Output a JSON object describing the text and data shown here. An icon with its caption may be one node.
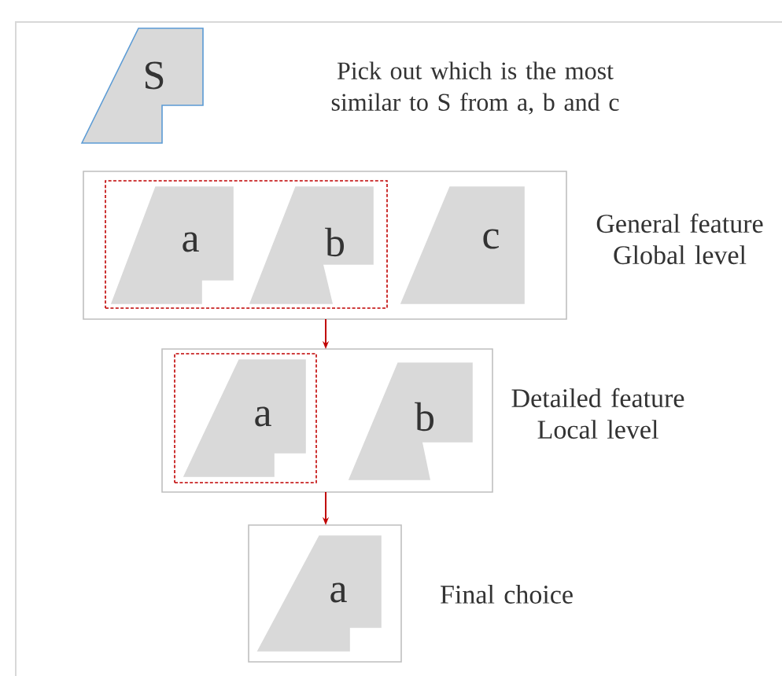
{
  "diagram": {
    "nodes": [
      {
        "text": [
          "S"
        ]
      },
      {
        "text": [
          "General feature Global level"
        ]
      },
      {
        "text": [],
        "shape": "box",
        "in": 1
      },
      {
        "text": [
          "a"
        ],
        "in": 2
      },
      {
        "text": [
          "b"
        ],
        "in": 2
      },
      {
        "text": [
          "c"
        ],
        "in": 1
      },
      {
        "text": [
          "Detailed feature Local level"
        ]
      },
      {
        "text": [],
        "shape": "box",
        "in": 6
      },
      {
        "text": [
          "a"
        ],
        "in": 7
      },
      {
        "text": [
          "b"
        ],
        "in": 6
      },
      {
        "text": [
          "Final choice"
        ]
      },
      {
        "text": [
          "a"
        ],
        "in": 10
      }
    ],
    "edges": [
      {
        "from": 1,
        "to": 6,
        "arrow": "to"
      },
      {
        "from": 6,
        "to": 10,
        "arrow": "to"
      }
    ],
    "labels": [
      "Pick out which is the most similar to S from a, b and c"
    ]
  }
}
